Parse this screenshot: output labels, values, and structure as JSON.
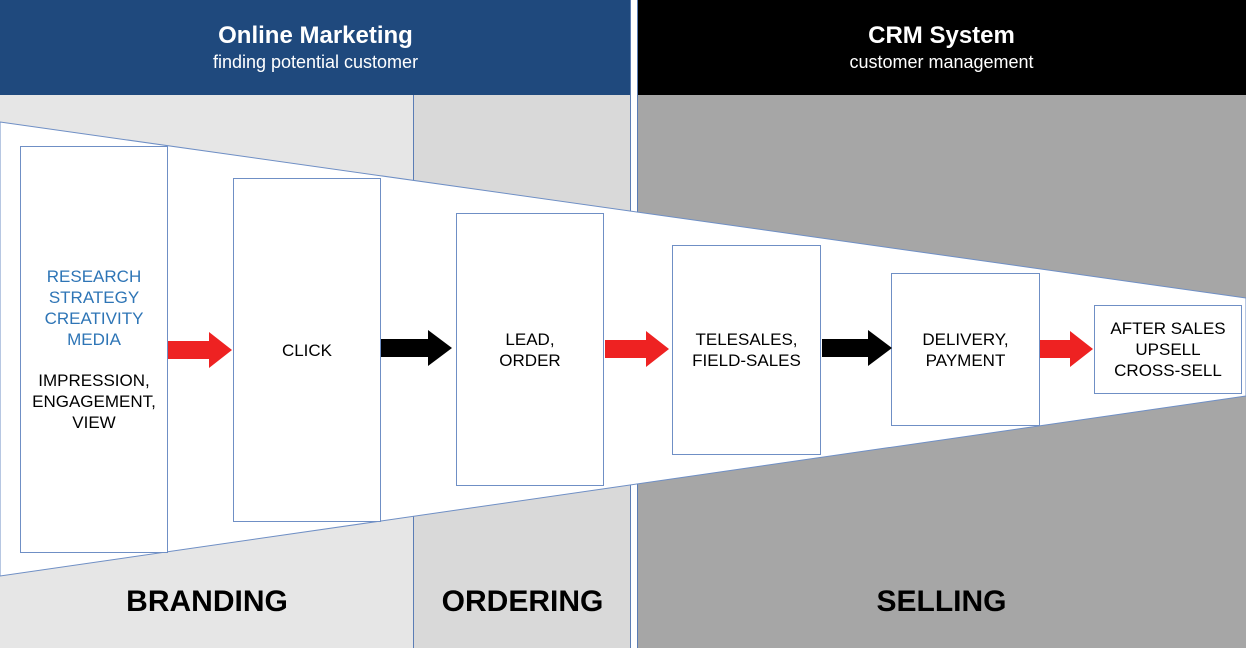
{
  "headers": {
    "left": {
      "title": "Online Marketing",
      "subtitle": "finding potential customer",
      "bg": "#1f497d"
    },
    "right": {
      "title": "CRM System",
      "subtitle": "customer management",
      "bg": "#000000"
    }
  },
  "zone_colors": {
    "branding": "#e6e6e6",
    "ordering": "#d9d9d9",
    "selling": "#a6a6a6"
  },
  "stages": [
    {
      "highlight": [
        "RESEARCH",
        "STRATEGY",
        "CREATIVITY",
        "MEDIA"
      ],
      "lines": [
        "IMPRESSION,",
        "ENGAGEMENT,",
        "VIEW"
      ]
    },
    {
      "lines": [
        "CLICK"
      ]
    },
    {
      "lines": [
        "LEAD,",
        "ORDER"
      ]
    },
    {
      "lines": [
        "TELESALES,",
        "FIELD-SALES"
      ]
    },
    {
      "lines": [
        "DELIVERY,",
        "PAYMENT"
      ]
    },
    {
      "lines": [
        "AFTER SALES",
        "UPSELL",
        "CROSS-SELL"
      ]
    }
  ],
  "arrows": [
    {
      "color": "#ee2222"
    },
    {
      "color": "#000000"
    },
    {
      "color": "#ee2222"
    },
    {
      "color": "#000000"
    },
    {
      "color": "#ee2222"
    }
  ],
  "phases": {
    "branding": "BRANDING",
    "ordering": "ORDERING",
    "selling": "SELLING"
  }
}
